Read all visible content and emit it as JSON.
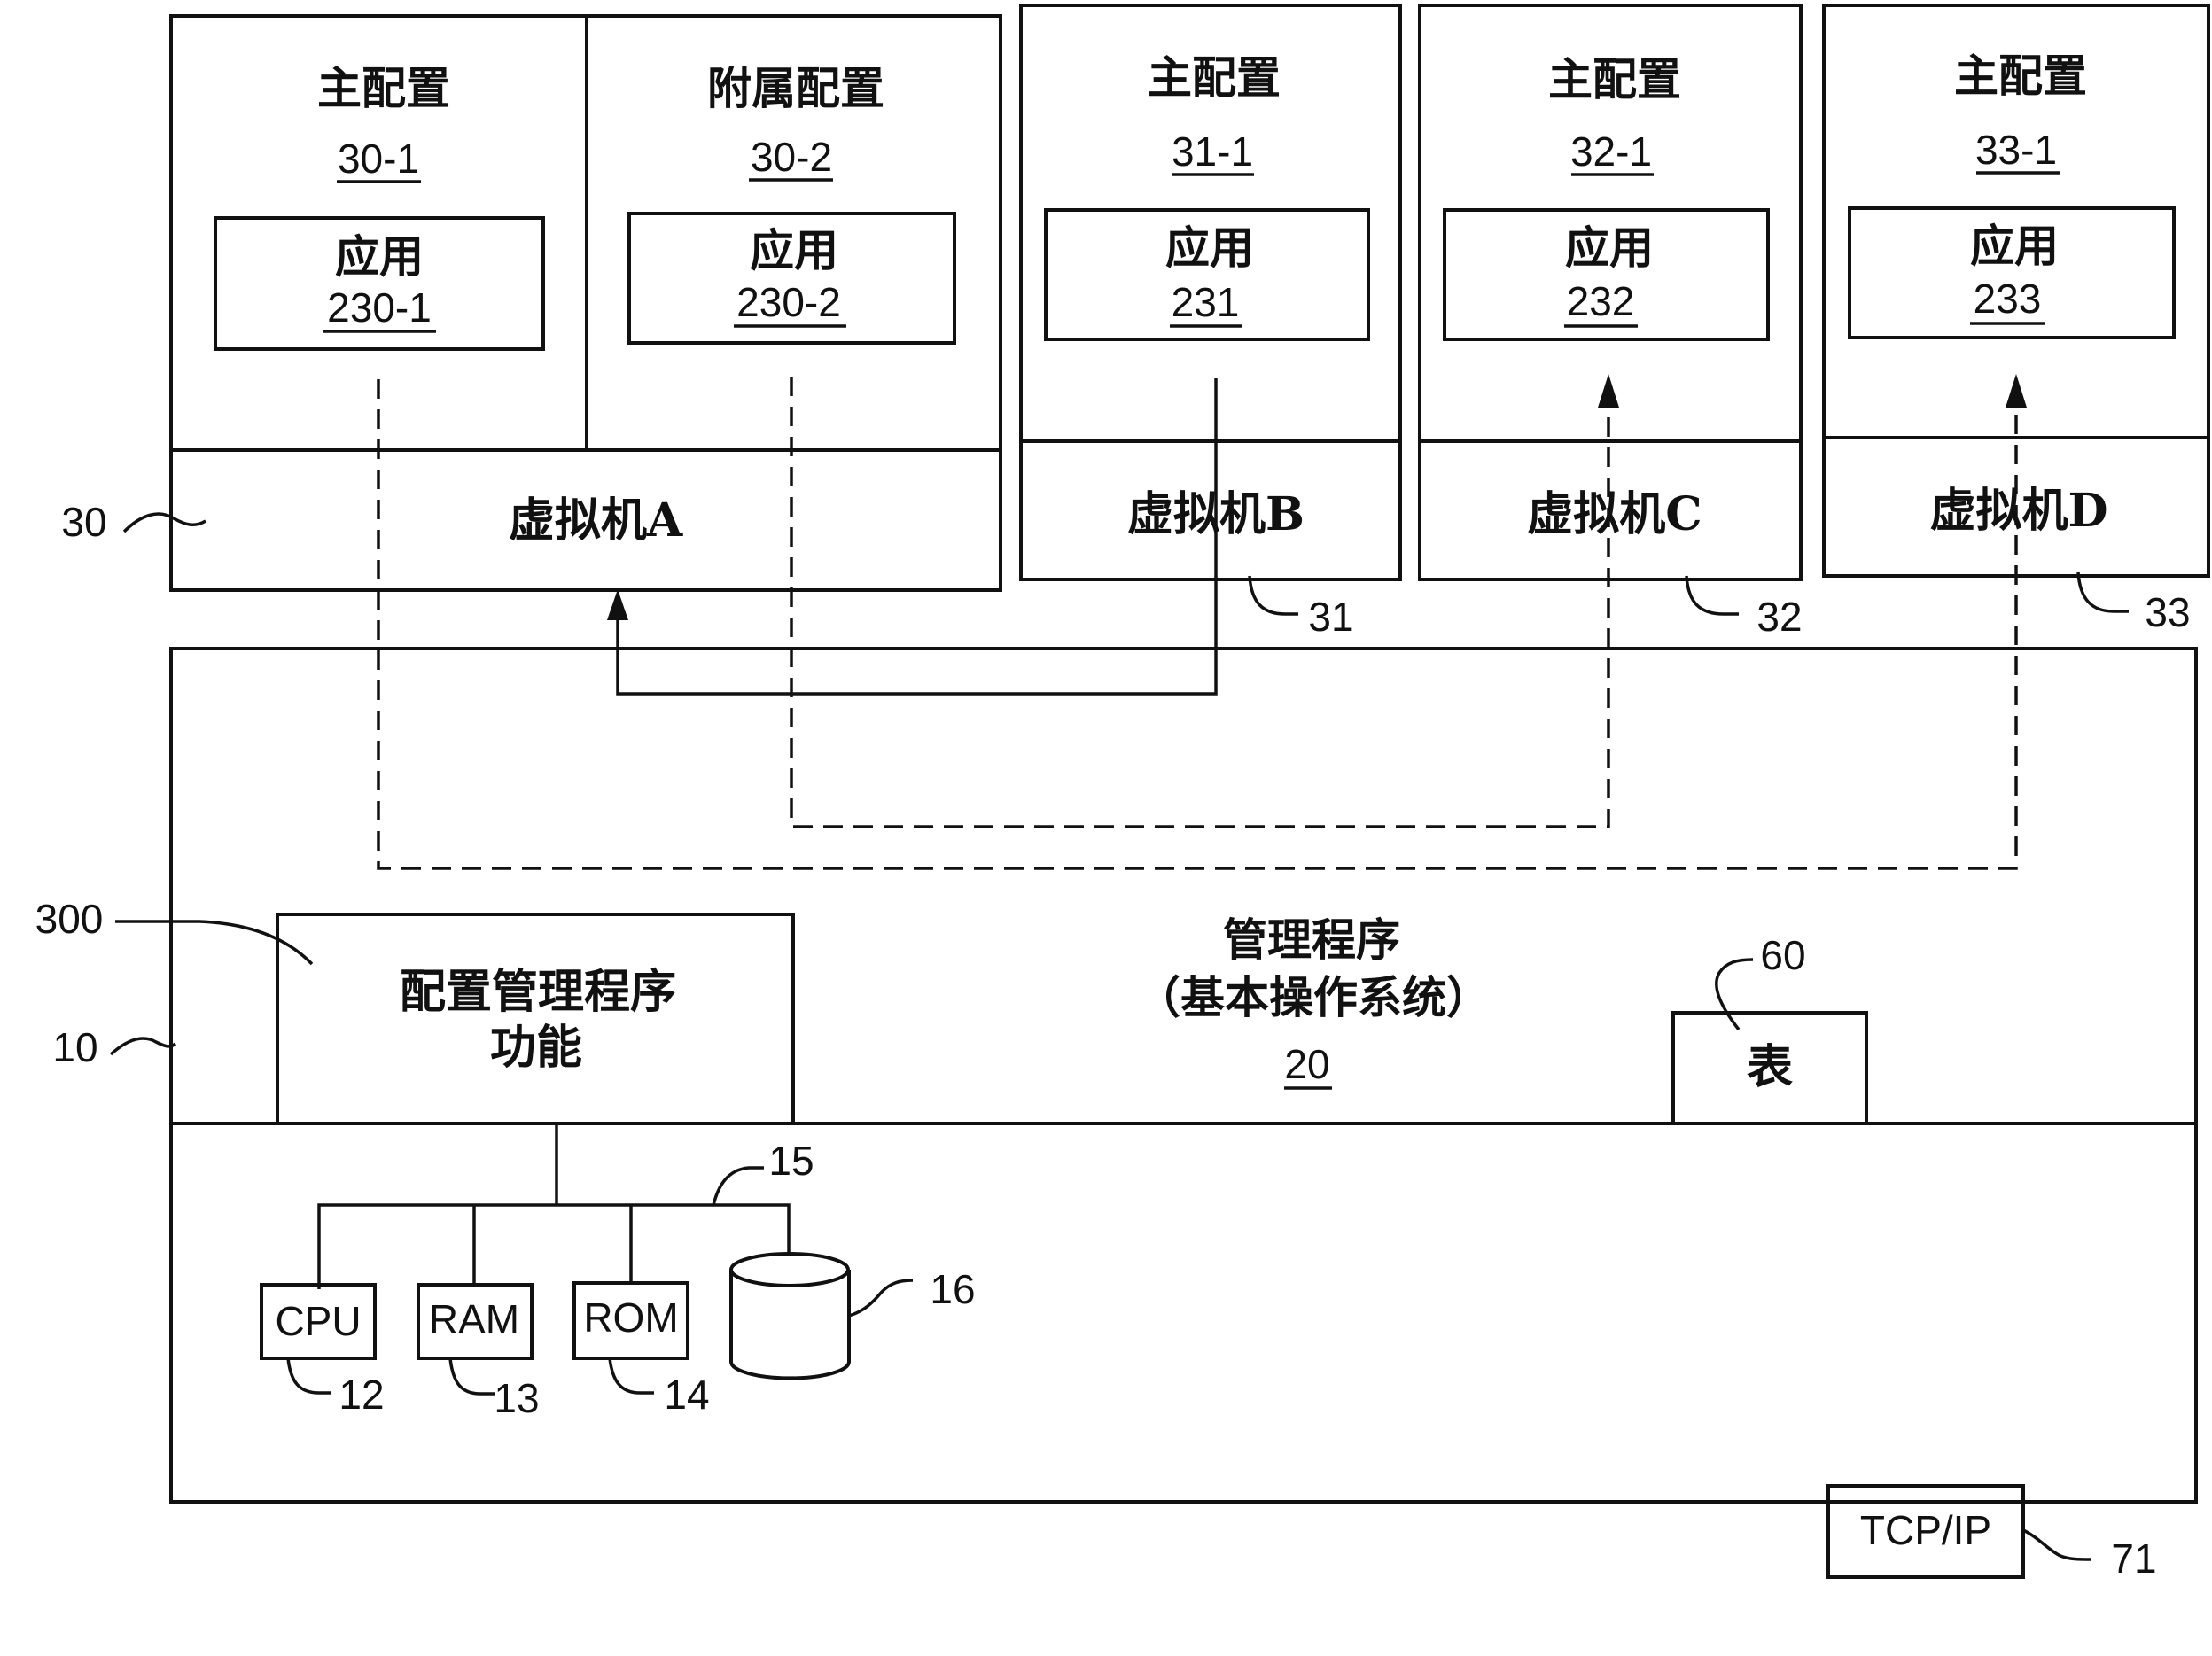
{
  "vm_a": {
    "label": "虚拟机A",
    "ref": "30",
    "partition_1": {
      "title": "主配置",
      "id": "30-1",
      "app_label": "应用",
      "app_id": "230-1"
    },
    "partition_2": {
      "title": "附属配置",
      "id": "30-2",
      "app_label": "应用",
      "app_id": "230-2"
    }
  },
  "vm_b": {
    "label": "虚拟机B",
    "ref": "31",
    "title": "主配置",
    "id": "31-1",
    "app_label": "应用",
    "app_id": "231"
  },
  "vm_c": {
    "label": "虚拟机C",
    "ref": "32",
    "title": "主配置",
    "id": "32-1",
    "app_label": "应用",
    "app_id": "232"
  },
  "vm_d": {
    "label": "虚拟机D",
    "ref": "33",
    "title": "主配置",
    "id": "33-1",
    "app_label": "应用",
    "app_id": "233"
  },
  "host": {
    "ref": "10",
    "config_manager": {
      "line1": "配置管理程序",
      "line2": "功能",
      "ref": "300"
    },
    "hypervisor": {
      "line1": "管理程序",
      "line2": "（基本操作系统）",
      "id": "20"
    },
    "table": {
      "label": "表",
      "ref": "60"
    },
    "bus_ref": "15",
    "cpu": {
      "label": "CPU",
      "ref": "12"
    },
    "ram": {
      "label": "RAM",
      "ref": "13"
    },
    "rom": {
      "label": "ROM",
      "ref": "14"
    },
    "disk_ref": "16",
    "tcpip": {
      "label": "TCP/IP",
      "ref": "71"
    }
  }
}
